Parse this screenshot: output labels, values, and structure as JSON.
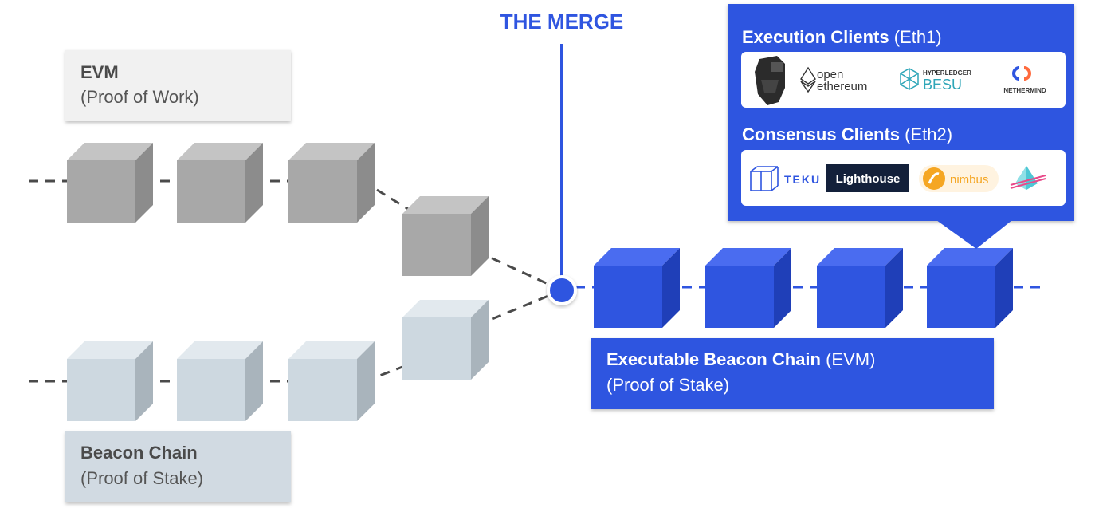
{
  "merge": {
    "title": "THE MERGE"
  },
  "evm_chain": {
    "title": "EVM",
    "subtitle": "(Proof of Work)"
  },
  "beacon_chain": {
    "title": "Beacon Chain",
    "subtitle": "(Proof of Stake)"
  },
  "merged_chain": {
    "title_bold": "Executable Beacon Chain",
    "title_suffix": " (EVM)",
    "subtitle": "(Proof of Stake)"
  },
  "clients_panel": {
    "execution_heading_bold": "Execution Clients",
    "execution_heading_suffix": " (Eth1)",
    "consensus_heading_bold": "Consensus Clients",
    "consensus_heading_suffix": " (Eth2)",
    "execution_clients": {
      "openethereum_line1": "open",
      "openethereum_line2": "ethereum",
      "besu_small": "HYPERLEDGER",
      "besu_big": "BESU",
      "nethermind": "NETHERMIND"
    },
    "consensus_clients": {
      "teku": "TEKU",
      "lighthouse": "Lighthouse",
      "nimbus": "nimbus"
    }
  },
  "colors": {
    "merge_blue": "#2f55e0",
    "pow_cube": "#a9a9a9",
    "pos_cube": "#cdd8e0",
    "merged_cube": "#2f55e0",
    "evm_label_bg": "#f1f1f1",
    "beacon_label_bg": "#d1dae2"
  }
}
